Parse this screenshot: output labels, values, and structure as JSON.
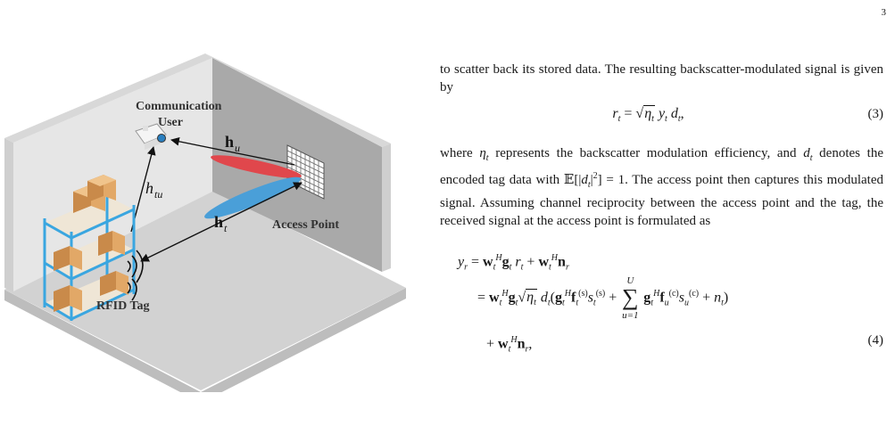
{
  "page": {
    "number": "3"
  },
  "figure": {
    "labels": {
      "communication_user_line1": "Communication",
      "communication_user_line2": "User",
      "access_point": "Access Point",
      "rfid_tag": "RFID Tag"
    },
    "math": {
      "hu_base": "h",
      "hu_sub": "u",
      "htu_base": "h",
      "htu_sub": "tu",
      "ht_base": "h",
      "ht_sub": "t"
    },
    "colors": {
      "floor": "#cfcfcf",
      "wall_left": "#e2e2e2",
      "wall_right": "#a6a6a6",
      "beam_red": "#e0474c",
      "beam_blue": "#4a9fd8",
      "shelf": "#3aa6e0",
      "box": "#d9a066"
    }
  },
  "text": {
    "para1": "to scatter back its stored data. The resulting backscatter-modulated signal is given by",
    "eq3_num": "(3)",
    "para2_a": "where ",
    "para2_b": " represents the backscatter modulation efficiency, and ",
    "para2_c": " denotes the encoded tag data with ",
    "para2_d": ". The access point then captures this modulated signal. Assuming channel reciprocity between the access point and the tag, the received signal at the access point is formulated as",
    "eq4_num": "(4)"
  }
}
